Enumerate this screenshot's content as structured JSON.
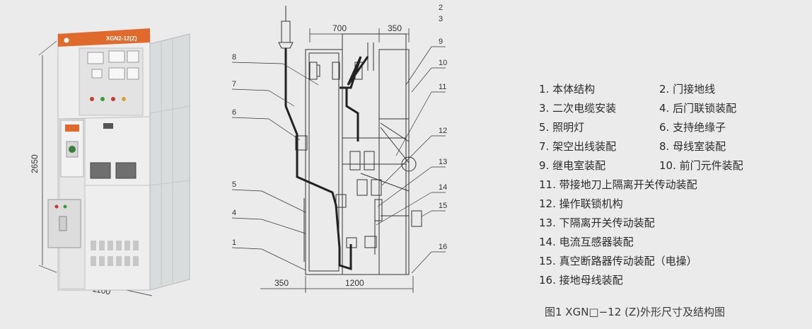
{
  "product": {
    "brand_mark": "",
    "model_label": "XGN2-12(Z)",
    "dim_height": "2650",
    "dim_width": "1100"
  },
  "drawing": {
    "dim_top_left": "700",
    "dim_top_right": "350",
    "dim_bottom_left": "350",
    "dim_bottom_right": "1200",
    "callouts": [
      "1",
      "2",
      "3",
      "4",
      "5",
      "6",
      "7",
      "8",
      "9",
      "10",
      "11",
      "12",
      "13",
      "14",
      "15",
      "16"
    ]
  },
  "legend": {
    "items": [
      "1.  本体结构",
      "2.  门接地线",
      "3.  二次电缆安装",
      "4.  后门联锁装配",
      "5.  照明灯",
      "6.  支持绝缘子",
      "7.  架空出线装配",
      "8.  母线室装配",
      "9.  继电室装配",
      "10.  前门元件装配",
      "11.  带接地刀上隔离开关传动装配",
      "12.  操作联锁机构",
      "13.  下隔离开关传动装配",
      "14.  电流互感器装配",
      "15.  真空断路器传动装配（电操）",
      "16.  接地母线装配"
    ]
  },
  "caption": "图1 XGN□−12 (Z)外形尺寸及结构图"
}
